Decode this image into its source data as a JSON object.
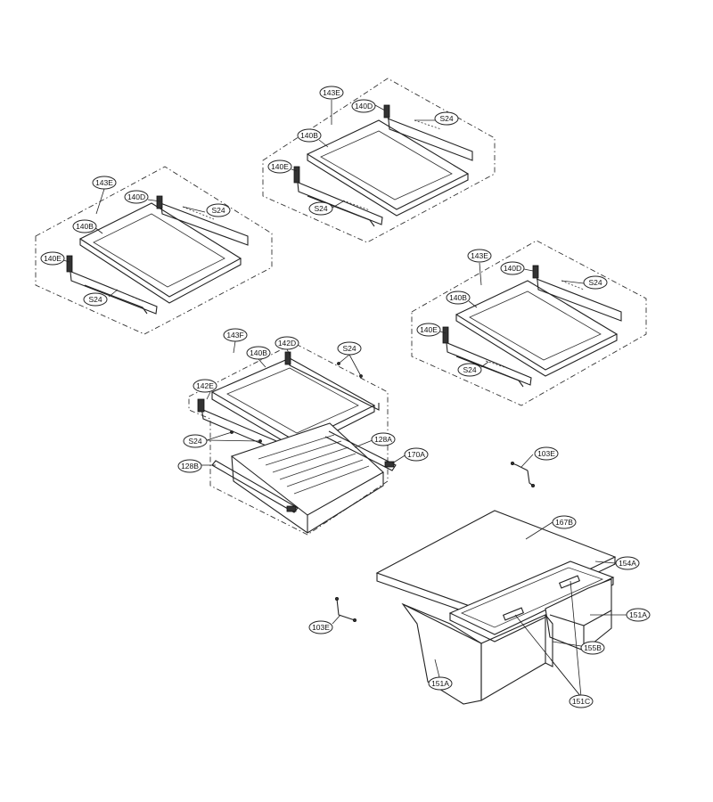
{
  "labels": {
    "a_143E": "143E",
    "a_140D": "140D",
    "a_140B": "140B",
    "a_140E": "140E",
    "a_S24a": "S24",
    "a_S24b": "S24",
    "b_143E": "143E",
    "b_140D": "140D",
    "b_140B": "140B",
    "b_140E": "140E",
    "b_S24a": "S24",
    "b_S24b": "S24",
    "c_143E": "143E",
    "c_140D": "140D",
    "c_140B": "140B",
    "c_140E": "140E",
    "c_S24a": "S24",
    "c_S24b": "S24",
    "d_143F": "143F",
    "d_142D": "142D",
    "d_140B": "140B",
    "d_S24a": "S24",
    "d_142E": "142E",
    "d_S24b": "S24",
    "d_128A": "128A",
    "d_170A": "170A",
    "d_128B": "128B",
    "e_103E_r": "103E",
    "e_167B": "167B",
    "e_154A": "154A",
    "e_151A_r": "151A",
    "e_155B": "155B",
    "e_151C": "151C",
    "e_151A_l": "151A",
    "e_103E_l": "103E"
  }
}
